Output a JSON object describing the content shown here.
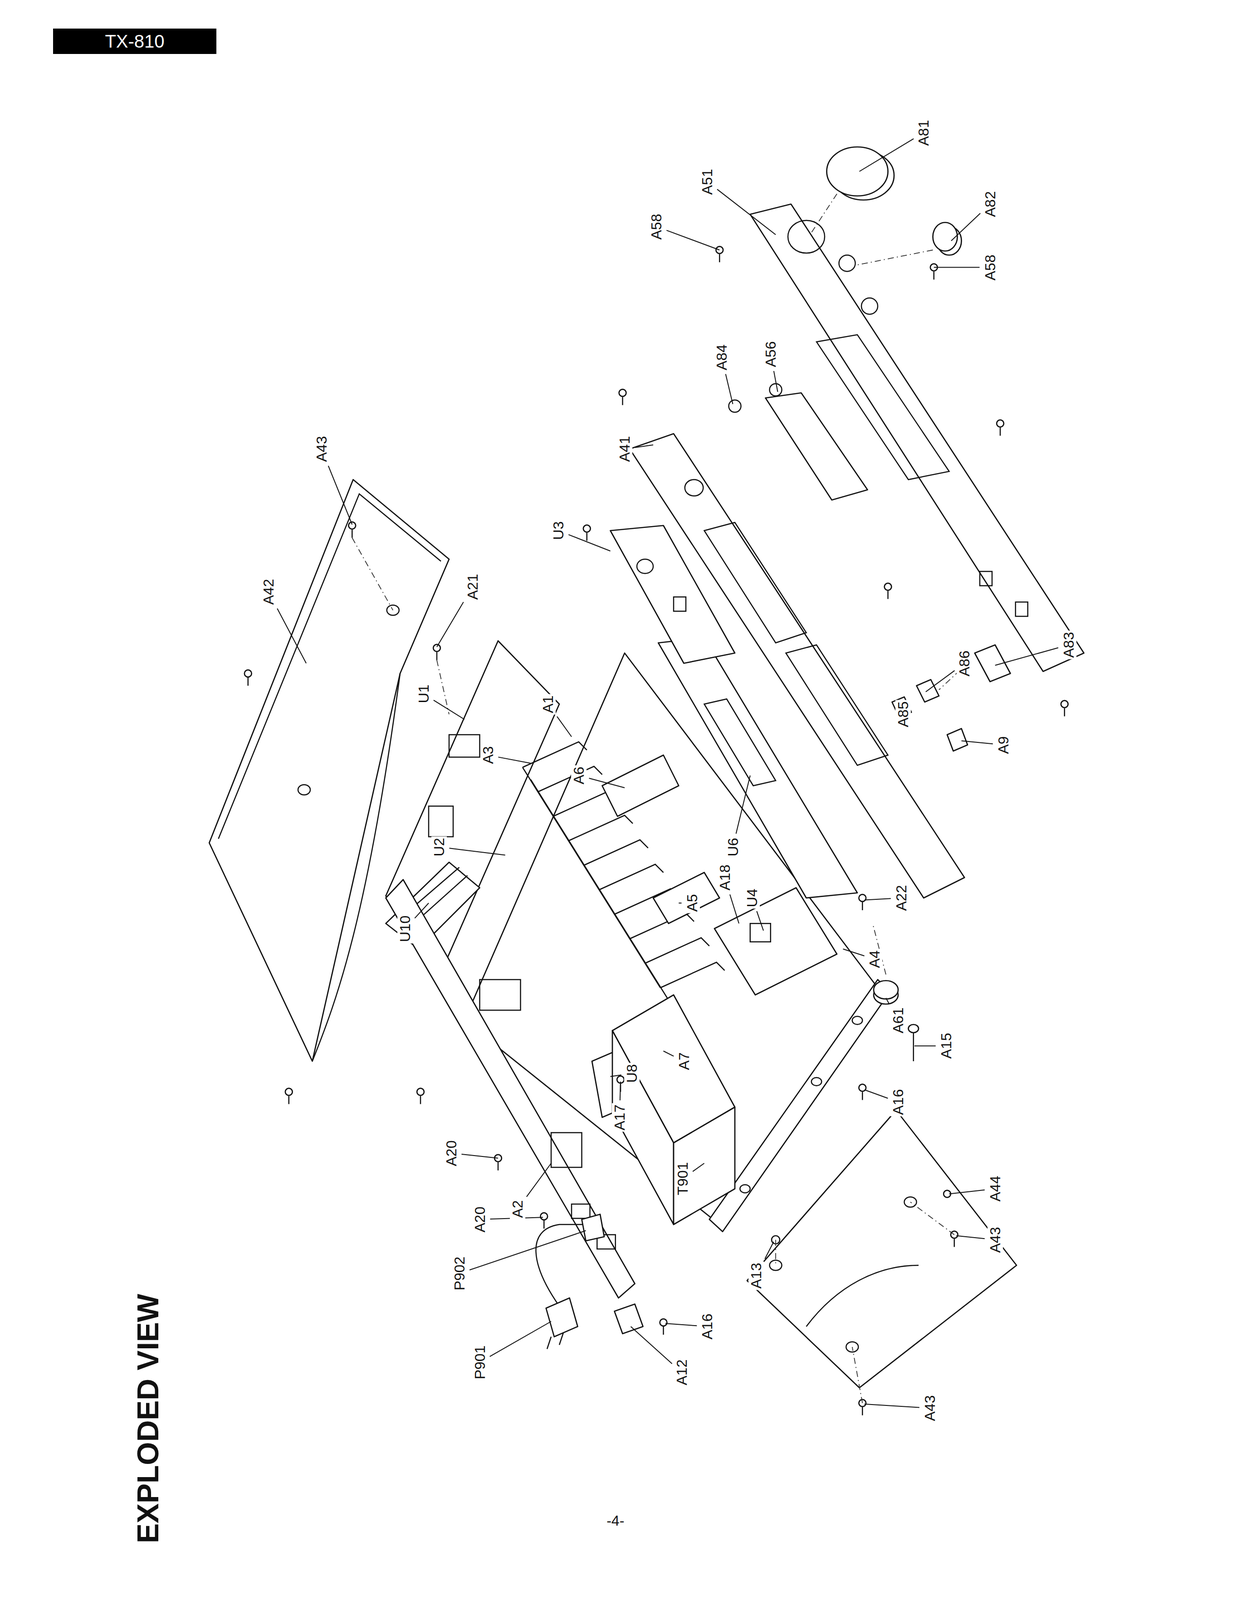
{
  "diagram": {
    "title": "EXPLODED VIEW",
    "nodes": [
      {
        "text": [
          "TX-810"
        ]
      }
    ],
    "labels": [
      "A81",
      "A51",
      "A82",
      "A58",
      "A58",
      "A84",
      "A56",
      "A41",
      "A43",
      "U3",
      "A42",
      "A21",
      "U1",
      "A1",
      "A3",
      "A83",
      "A86",
      "A85",
      "A9",
      "A6",
      "U2",
      "U6",
      "U10",
      "A18",
      "U4",
      "A5",
      "A22",
      "A4",
      "A61",
      "U8",
      "A7",
      "A15",
      "A16",
      "A17",
      "T901",
      "A20",
      "A2",
      "A20",
      "P902",
      "P901",
      "A44",
      "A43",
      "A13",
      "A16",
      "A12",
      "A43",
      "-4-"
    ]
  }
}
